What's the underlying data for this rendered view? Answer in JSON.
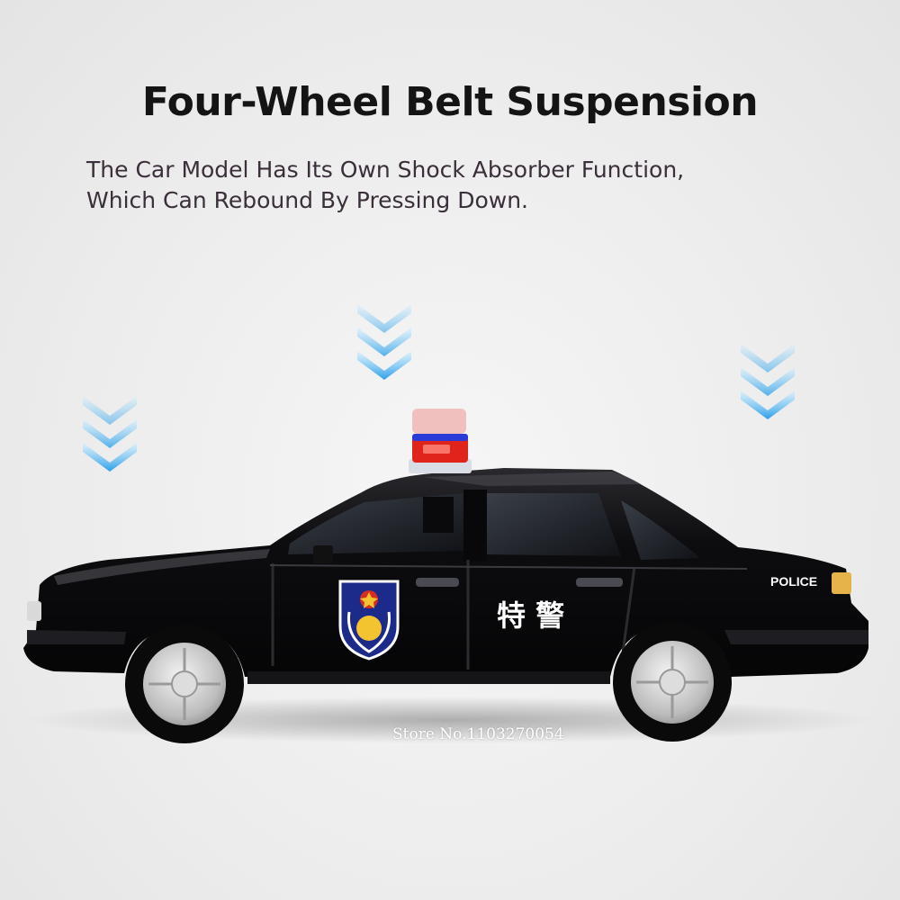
{
  "headline": "Four-Wheel Belt Suspension",
  "subtitle_lines": [
    "The Car Model Has Its Own Shock Absorber Function,",
    "Which Can Rebound By Pressing Down."
  ],
  "car": {
    "side_label": "POLICE",
    "door_label": "特 警"
  },
  "watermark": "Store No.1103270054",
  "colors": {
    "body": "#0b0b0d",
    "arrow": "#3aaef0",
    "light_red": "#e0241c",
    "light_blue": "#2a3bd8"
  },
  "icons": [
    "down-arrow-icon",
    "police-emblem-icon",
    "siren-light-icon"
  ]
}
